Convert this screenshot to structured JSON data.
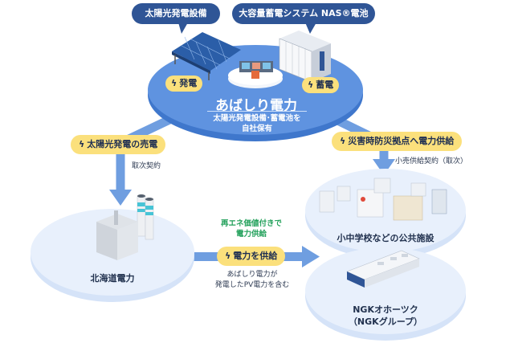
{
  "colors": {
    "bubble_bg": "#2f5596",
    "pill_bg": "#fbe07c",
    "arrow": "#6f9ee0",
    "center_disk": "#5a8fde",
    "side_disk": "#e6eefb",
    "green_text": "#21a05a"
  },
  "top_bubbles": [
    {
      "label": "太陽光発電設備"
    },
    {
      "label": "大容量蓄電システム NAS®電池"
    }
  ],
  "center": {
    "title": "あばしり電力",
    "subtitle_line1": "太陽光発電設備･蓄電池を",
    "subtitle_line2": "自社保有",
    "pill_left": {
      "icon": "lightning-icon",
      "label": "発電"
    },
    "pill_right": {
      "icon": "lightning-icon",
      "label": "蓄電"
    }
  },
  "left_flow": {
    "pill": {
      "icon": "lightning-icon",
      "label": "太陽光発電の売電"
    },
    "note": "取次契約"
  },
  "right_flow": {
    "pill": {
      "icon": "lightning-icon",
      "label": "災害時防災拠点へ電力供給"
    },
    "note": "小売供給契約（取次）"
  },
  "middle_flow": {
    "green_line1": "再エネ価値付きで",
    "green_line2": "電力供給",
    "pill": {
      "icon": "lightning-icon",
      "label": "電力を供給"
    },
    "note_line1": "あばしり電力が",
    "note_line2": "発電したPV電力を含む"
  },
  "nodes": {
    "hokkaido": {
      "label": "北海道電力"
    },
    "public": {
      "label": "小中学校などの公共施設"
    },
    "ngk": {
      "label_line1": "NGKオホーツク",
      "label_line2": "（NGKグループ）"
    }
  }
}
